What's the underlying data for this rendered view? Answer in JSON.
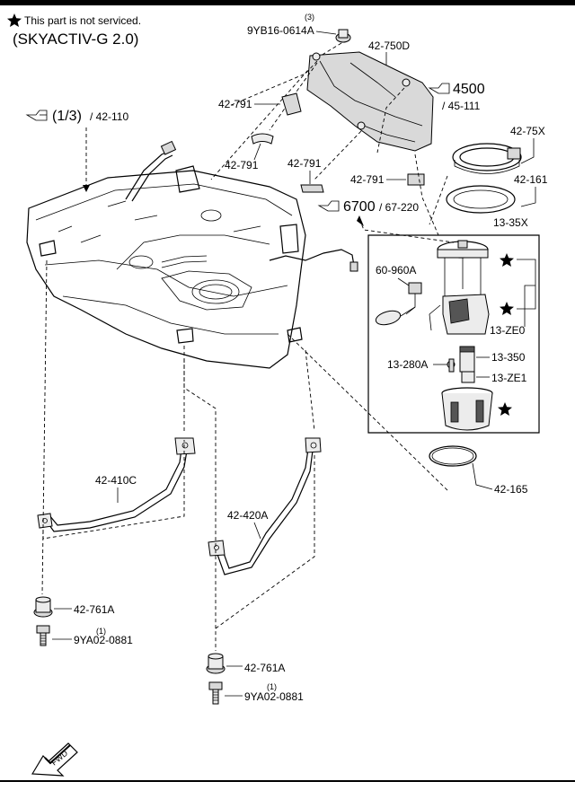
{
  "header": {
    "note": "This part is not serviced.",
    "engine": "(SKYACTIV-G 2.0)"
  },
  "refs": {
    "tank_ref": {
      "num": "(1/3)",
      "sub": "/ 42-110"
    },
    "shield_ref": {
      "num": "4500",
      "sub": "/ 45-111"
    },
    "pump_ref": {
      "num": "6700",
      "sub": "/ 67-220"
    }
  },
  "labels": {
    "nut_qty": "(3)",
    "nut": "9YB16-0614A",
    "shield": "42-750D",
    "pad_a": "42-791",
    "pad_b": "42-791",
    "pad_c": "42-791",
    "pad_d": "42-791",
    "ring_nut": "42-75X",
    "gasket": "42-161",
    "pump_assy": "13-35X",
    "sender": "60-960A",
    "pump_sub": "13-ZE0",
    "pump": "13-350",
    "filter_small": "13-280A",
    "filter": "13-ZE1",
    "oring": "42-165",
    "strap_left": "42-410C",
    "strap_right": "42-420A",
    "nut_left": "42-761A",
    "nut_right": "42-761A",
    "bolt_left": "9YA02-0881",
    "bolt_left_qty": "(1)",
    "bolt_right": "9YA02-0881",
    "bolt_right_qty": "(1)",
    "fwd": "FWD"
  },
  "icons": {
    "note_marker": "star-icon",
    "ref_marker": "pointing-hand-icon",
    "direction": "fwd-arrow-icon"
  },
  "colors": {
    "line": "#000000",
    "shade": "#d9d9d9",
    "background": "#ffffff"
  }
}
